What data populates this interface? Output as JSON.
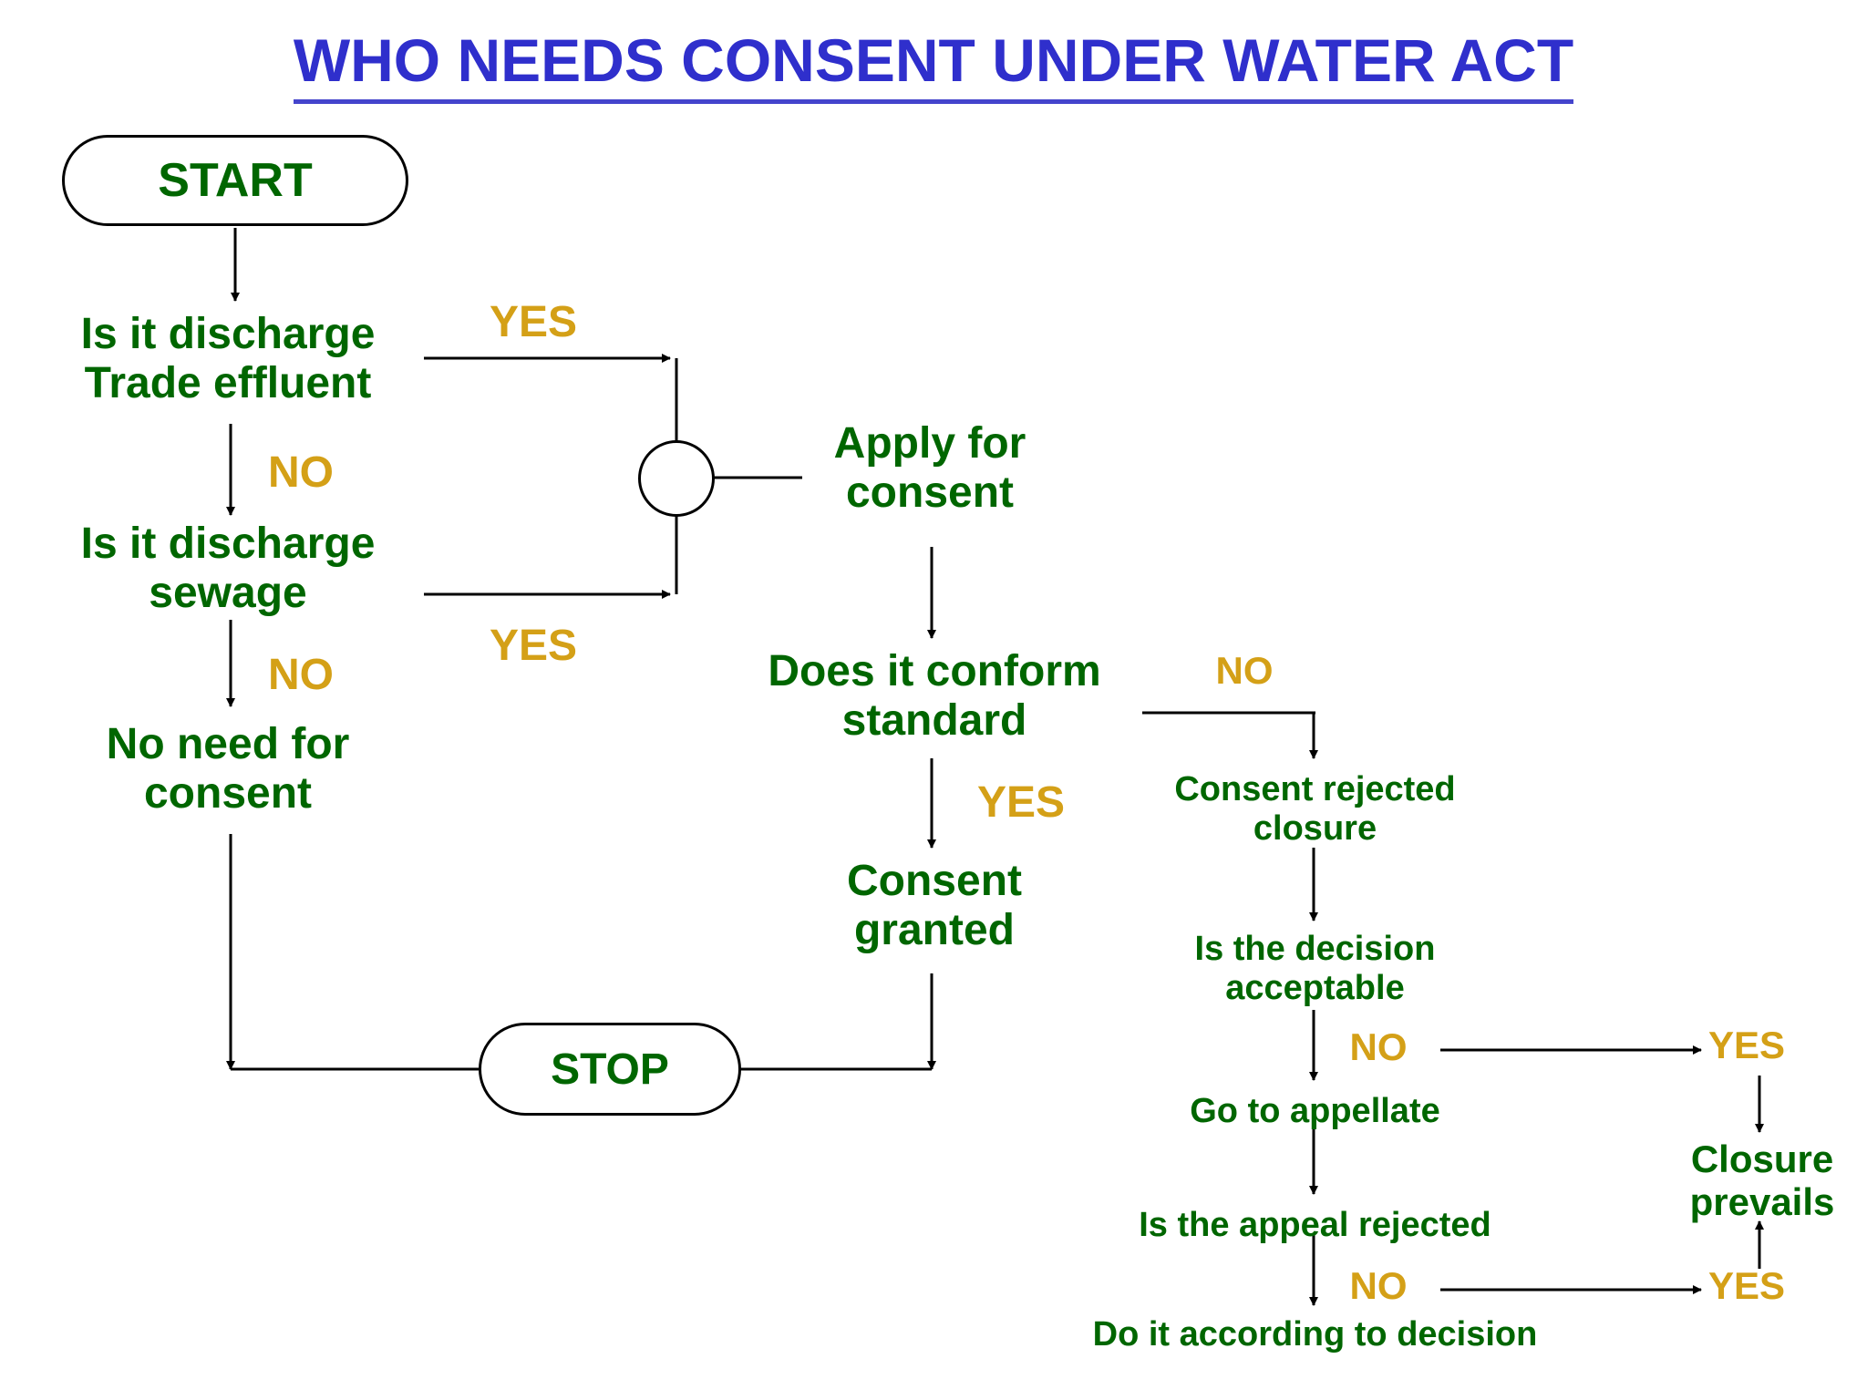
{
  "title": "WHO NEEDS CONSENT UNDER WATER ACT",
  "colors": {
    "title": "#2f2fcc",
    "node_text": "#006600",
    "edge_label": "#d4a017",
    "connector": "#000000",
    "background": "#ffffff"
  },
  "terminators": {
    "start": "START",
    "stop": "STOP"
  },
  "nodes": {
    "q_trade_effluent": "Is it discharge\nTrade effluent",
    "q_sewage": "Is it discharge\nsewage",
    "no_consent_needed": "No need for\nconsent",
    "apply_for_consent": "Apply for\nconsent",
    "q_conform_standard": "Does it conform\nstandard",
    "consent_granted": "Consent\ngranted",
    "consent_rejected": "Consent rejected\nclosure",
    "q_decision_acceptable": "Is the decision\nacceptable",
    "go_to_appellate": "Go to appellate",
    "q_appeal_rejected": "Is the appeal rejected",
    "do_according_decision": "Do it according to decision",
    "closure_prevails": "Closure\nprevails"
  },
  "edge_labels": {
    "trade_yes": "YES",
    "trade_no": "NO",
    "sewage_yes": "YES",
    "sewage_no": "NO",
    "conform_no": "NO",
    "conform_yes": "YES",
    "decision_no": "NO",
    "decision_yes": "YES",
    "appeal_no": "NO",
    "appeal_yes": "YES"
  },
  "chart_data": {
    "type": "diagram",
    "title": "WHO NEEDS CONSENT UNDER WATER ACT",
    "diagram_kind": "flowchart",
    "steps": [
      {
        "id": "start",
        "label": "START",
        "shape": "terminator"
      },
      {
        "id": "q_trade_effluent",
        "label": "Is it discharge Trade effluent",
        "shape": "decision"
      },
      {
        "id": "q_sewage",
        "label": "Is it discharge sewage",
        "shape": "decision"
      },
      {
        "id": "no_consent_needed",
        "label": "No need for consent",
        "shape": "process"
      },
      {
        "id": "junction",
        "label": "",
        "shape": "connector-circle"
      },
      {
        "id": "apply_for_consent",
        "label": "Apply for consent",
        "shape": "process"
      },
      {
        "id": "q_conform_standard",
        "label": "Does it conform standard",
        "shape": "decision"
      },
      {
        "id": "consent_granted",
        "label": "Consent granted",
        "shape": "process"
      },
      {
        "id": "consent_rejected",
        "label": "Consent rejected closure",
        "shape": "process"
      },
      {
        "id": "q_decision_acceptable",
        "label": "Is the decision acceptable",
        "shape": "decision"
      },
      {
        "id": "go_to_appellate",
        "label": "Go to appellate",
        "shape": "process"
      },
      {
        "id": "q_appeal_rejected",
        "label": "Is the appeal rejected",
        "shape": "decision"
      },
      {
        "id": "do_according_decision",
        "label": "Do it according to decision",
        "shape": "process"
      },
      {
        "id": "closure_prevails",
        "label": "Closure prevails",
        "shape": "process"
      },
      {
        "id": "stop",
        "label": "STOP",
        "shape": "terminator"
      }
    ],
    "edges": [
      {
        "from": "start",
        "to": "q_trade_effluent",
        "label": ""
      },
      {
        "from": "q_trade_effluent",
        "to": "junction",
        "label": "YES"
      },
      {
        "from": "q_trade_effluent",
        "to": "q_sewage",
        "label": "NO"
      },
      {
        "from": "q_sewage",
        "to": "junction",
        "label": "YES"
      },
      {
        "from": "q_sewage",
        "to": "no_consent_needed",
        "label": "NO"
      },
      {
        "from": "no_consent_needed",
        "to": "stop",
        "label": ""
      },
      {
        "from": "junction",
        "to": "apply_for_consent",
        "label": ""
      },
      {
        "from": "apply_for_consent",
        "to": "q_conform_standard",
        "label": ""
      },
      {
        "from": "q_conform_standard",
        "to": "consent_granted",
        "label": "YES"
      },
      {
        "from": "q_conform_standard",
        "to": "consent_rejected",
        "label": "NO"
      },
      {
        "from": "consent_granted",
        "to": "stop",
        "label": ""
      },
      {
        "from": "consent_rejected",
        "to": "q_decision_acceptable",
        "label": ""
      },
      {
        "from": "q_decision_acceptable",
        "to": "go_to_appellate",
        "label": "NO"
      },
      {
        "from": "q_decision_acceptable",
        "to": "closure_prevails",
        "label": "YES"
      },
      {
        "from": "go_to_appellate",
        "to": "q_appeal_rejected",
        "label": ""
      },
      {
        "from": "q_appeal_rejected",
        "to": "do_according_decision",
        "label": "NO"
      },
      {
        "from": "q_appeal_rejected",
        "to": "closure_prevails",
        "label": "YES"
      }
    ]
  }
}
